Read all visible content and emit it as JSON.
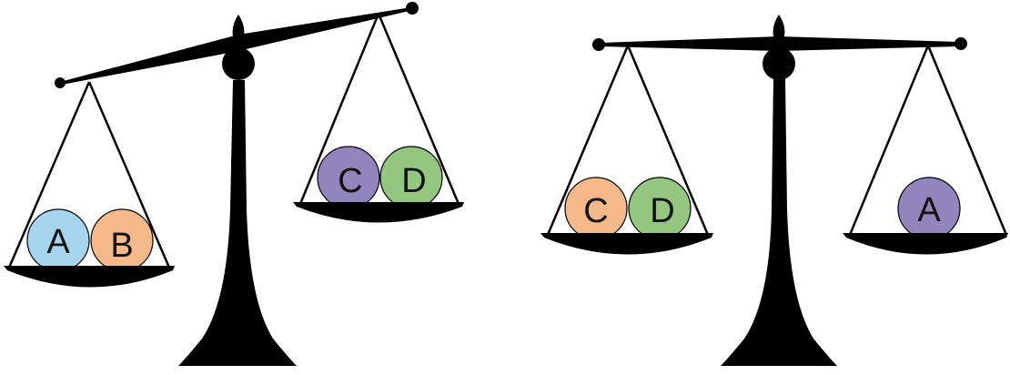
{
  "colors": {
    "ink": "#000000",
    "blue": "#a6d5ee",
    "orange": "#f6b98a",
    "purple": "#9185bd",
    "green": "#93c77f"
  },
  "scales": [
    {
      "state": "tilted",
      "left_pan": [
        {
          "label": "A",
          "color": "blue"
        },
        {
          "label": "B",
          "color": "orange"
        }
      ],
      "right_pan": [
        {
          "label": "C",
          "color": "purple"
        },
        {
          "label": "D",
          "color": "green"
        }
      ]
    },
    {
      "state": "balanced",
      "left_pan": [
        {
          "label": "C",
          "color": "orange"
        },
        {
          "label": "D",
          "color": "green"
        }
      ],
      "right_pan": [
        {
          "label": "A",
          "color": "purple"
        }
      ]
    }
  ]
}
